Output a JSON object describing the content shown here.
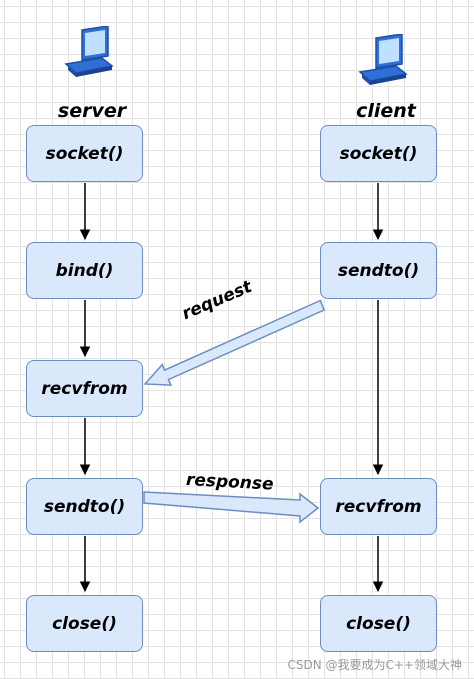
{
  "actors": {
    "server": {
      "label": "server",
      "icon": "computer-icon"
    },
    "client": {
      "label": "client",
      "icon": "computer-icon"
    }
  },
  "server_steps": [
    "socket()",
    "bind()",
    "recvfrom",
    "sendto()",
    "close()"
  ],
  "client_steps": [
    "socket()",
    "sendto()",
    "recvfrom",
    "close()"
  ],
  "messages": {
    "request": "request",
    "response": "response"
  },
  "watermark": "CSDN @我要成为C++领域大神",
  "colors": {
    "box_fill": "#dae8fc",
    "box_border": "#6c8ebf",
    "arrow": "#000000",
    "message_arrow_fill": "#dae8fc",
    "message_arrow_border": "#6c8ebf"
  }
}
